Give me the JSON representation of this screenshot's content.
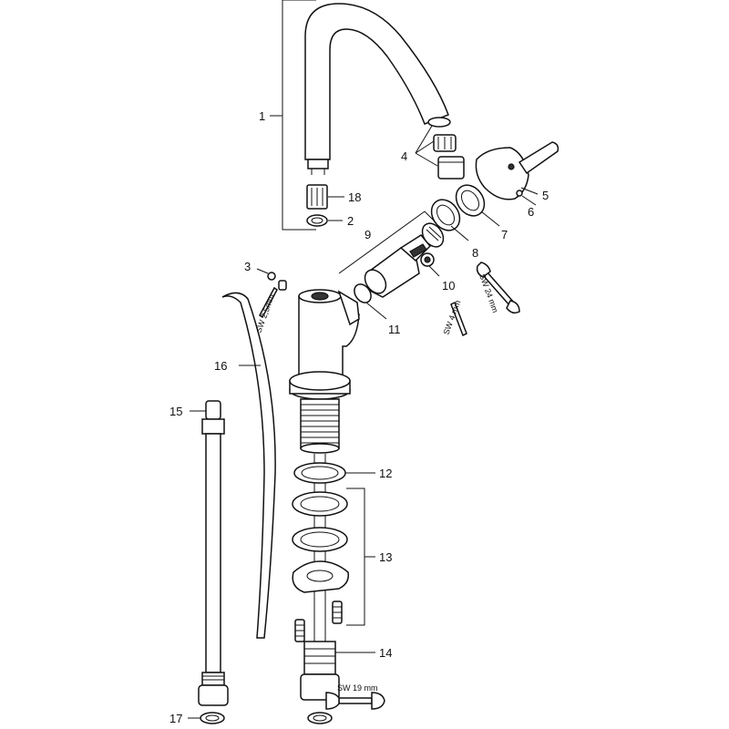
{
  "callouts": {
    "c1": "1",
    "c2": "2",
    "c3": "3",
    "c4": "4",
    "c5": "5",
    "c6": "6",
    "c7": "7",
    "c8": "8",
    "c9": "9",
    "c10": "10",
    "c11": "11",
    "c12": "12",
    "c13": "13",
    "c14": "14",
    "c15": "15",
    "c16": "16",
    "c17": "17",
    "c18": "18"
  },
  "tool_labels": {
    "sw_2_5": "SW 2,5mm",
    "sw_4": "SW 4 mm",
    "sw_24": "SW 24 mm",
    "sw_19": "SW 19 mm"
  }
}
